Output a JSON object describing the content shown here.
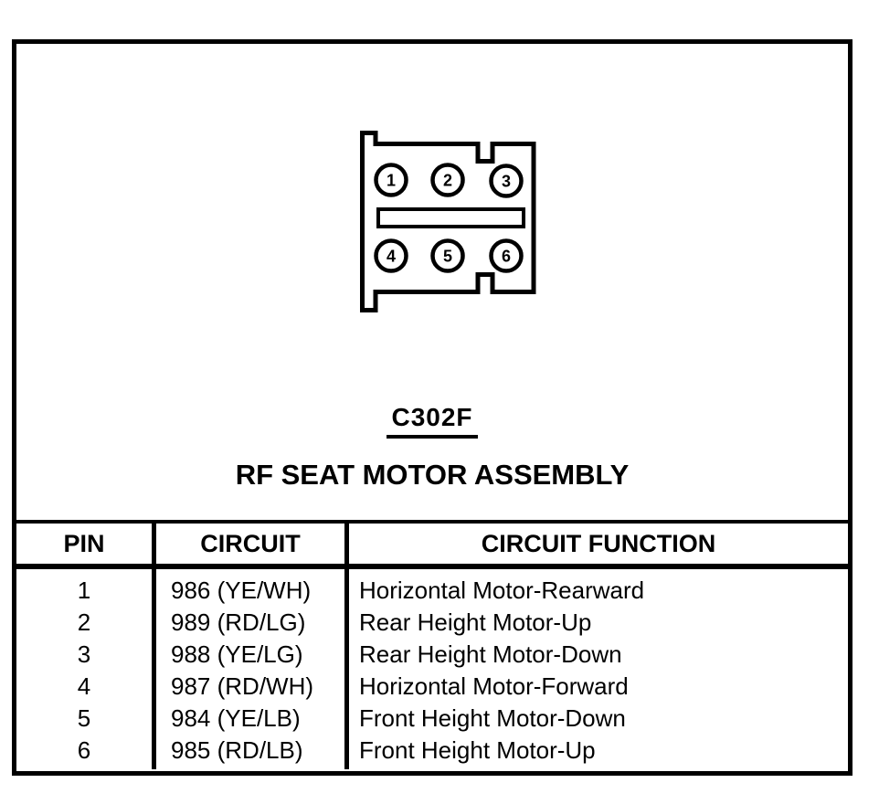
{
  "connector": {
    "id": "C302F",
    "name": "RF SEAT MOTOR ASSEMBLY",
    "pins": [
      "1",
      "2",
      "3",
      "4",
      "5",
      "6"
    ]
  },
  "table": {
    "headers": {
      "pin": "PIN",
      "circuit": "CIRCUIT",
      "function": "CIRCUIT FUNCTION"
    },
    "rows": [
      {
        "pin": "1",
        "circuit": "986 (YE/WH)",
        "function": "Horizontal Motor-Rearward"
      },
      {
        "pin": "2",
        "circuit": "989 (RD/LG)",
        "function": "Rear Height Motor-Up"
      },
      {
        "pin": "3",
        "circuit": "988 (YE/LG)",
        "function": "Rear Height Motor-Down"
      },
      {
        "pin": "4",
        "circuit": "987 (RD/WH)",
        "function": "Horizontal Motor-Forward"
      },
      {
        "pin": "5",
        "circuit": "984 (YE/LB)",
        "function": "Front Height Motor-Down"
      },
      {
        "pin": "6",
        "circuit": "985 (RD/LB)",
        "function": "Front Height Motor-Up"
      }
    ]
  },
  "colors": {
    "ink": "#000000",
    "paper": "#ffffff"
  }
}
